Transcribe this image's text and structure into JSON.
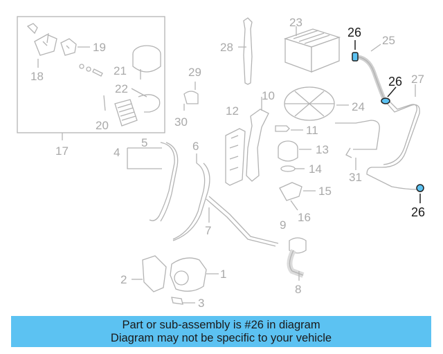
{
  "diagram": {
    "callouts": [
      "1",
      "2",
      "3",
      "4",
      "5",
      "6",
      "7",
      "8",
      "9",
      "10",
      "11",
      "12",
      "13",
      "14",
      "15",
      "16",
      "17",
      "18",
      "19",
      "20",
      "21",
      "22",
      "23",
      "24",
      "25",
      "27",
      "28",
      "29",
      "30",
      "31"
    ],
    "highlighted_callout": "26",
    "highlight_color": "#5cc2f2",
    "accent_color": "#1a1a1a",
    "line_color": "#b3b3b3"
  },
  "footer": {
    "line1": "Part or sub-assembly is #26 in diagram",
    "line2": "Diagram may not be specific to your vehicle",
    "background": "#5cc2f2"
  }
}
